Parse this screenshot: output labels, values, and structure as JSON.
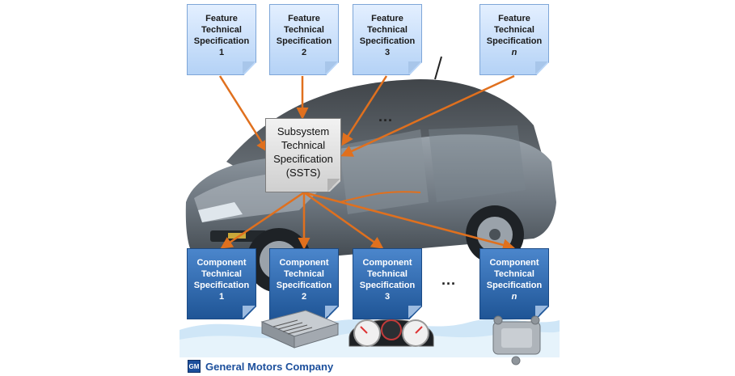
{
  "features": [
    {
      "lines": [
        "Feature",
        "Technical",
        "Specification",
        "1"
      ]
    },
    {
      "lines": [
        "Feature",
        "Technical",
        "Specification",
        "2"
      ]
    },
    {
      "lines": [
        "Feature",
        "Technical",
        "Specification",
        "3"
      ]
    },
    {
      "lines": [
        "Feature",
        "Technical",
        "Specification",
        "n"
      ]
    }
  ],
  "ssts": {
    "lines": [
      "Subsystem",
      "Technical",
      "Specification",
      "(SSTS)"
    ]
  },
  "components": [
    {
      "lines": [
        "Component",
        "Technical",
        "Specification",
        "1"
      ]
    },
    {
      "lines": [
        "Component",
        "Technical",
        "Specification",
        "2"
      ]
    },
    {
      "lines": [
        "Component",
        "Technical",
        "Specification",
        "3"
      ]
    },
    {
      "lines": [
        "Component",
        "Technical",
        "Specification",
        "n"
      ]
    }
  ],
  "ellipsis_top": "...",
  "ellipsis_bottom": "...",
  "logo": {
    "badge": "GM",
    "name": "General Motors Company"
  },
  "colors": {
    "arrow": "#e0701e",
    "component": "#2a65ad",
    "feature": "#c8dcf6"
  }
}
